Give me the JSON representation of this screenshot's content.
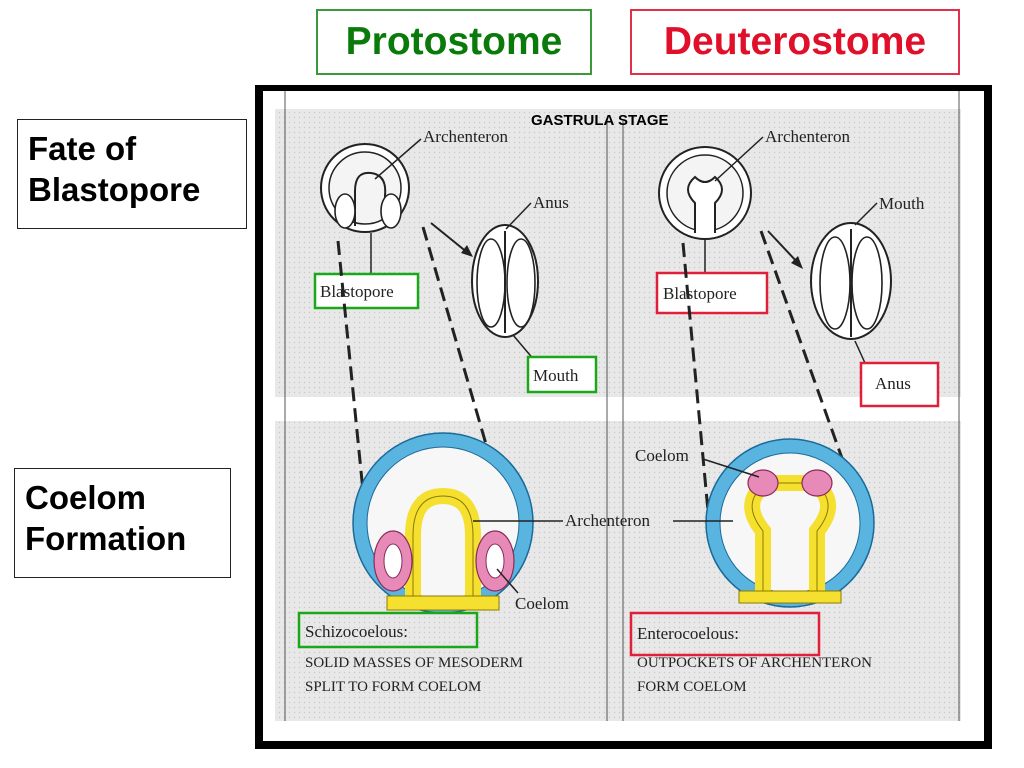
{
  "headers": {
    "protostome": "Protostome",
    "deuterostome": "Deuterostome"
  },
  "rows": {
    "fate": "Fate of\nBlastopore",
    "coelom": "Coelom\nFormation"
  },
  "figure": {
    "stage_title": "GASTRULA STAGE",
    "proto": {
      "archenteron": "Archenteron",
      "anus": "Anus",
      "blastopore": "Blastopore",
      "mouth": "Mouth",
      "archenteron2": "Archenteron",
      "coelom": "Coelom",
      "caption_title": "Schizocoelous:",
      "caption_line1": "SOLID MASSES OF MESODERM",
      "caption_line2": "SPLIT TO FORM COELOM"
    },
    "deut": {
      "archenteron": "Archenteron",
      "mouth": "Mouth",
      "blastopore": "Blastopore",
      "anus": "Anus",
      "coelom": "Coelom",
      "caption_title": "Enterocoelous:",
      "caption_line1": "OUTPOCKETS OF ARCHENTERON",
      "caption_line2": "FORM COELOM"
    }
  },
  "colors": {
    "green": "#1aa81a",
    "red": "#e0203a",
    "ectoderm_blue": "#5ab4e0",
    "mesoderm_yellow": "#f5e030",
    "coelom_pink": "#e88ab8",
    "panel_bg": "#e6e6e6"
  }
}
